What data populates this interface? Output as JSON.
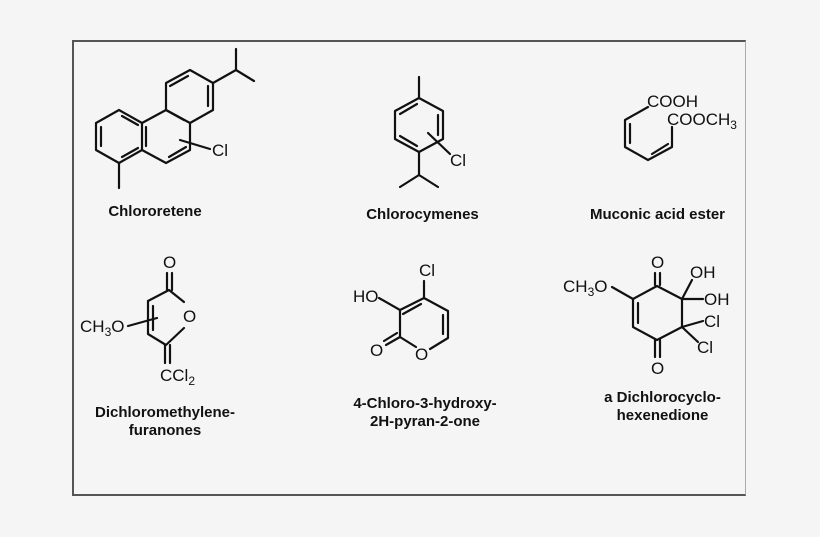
{
  "figure": {
    "compounds": [
      {
        "id": "chlororetene",
        "name": "Chlororetene",
        "substituent_labels": [
          "Cl"
        ]
      },
      {
        "id": "chlorocymenes",
        "name": "Chlorocymenes",
        "substituent_labels": [
          "Cl"
        ]
      },
      {
        "id": "muconic-acid-ester",
        "name": "Muconic acid ester",
        "substituent_labels": [
          "COOH",
          "COOCH3"
        ]
      },
      {
        "id": "dichloromethylene-furanones",
        "name_line1": "Dichloromethylene-",
        "name_line2": "furanones",
        "substituent_labels": [
          "O",
          "O",
          "CH3O",
          "CCl2"
        ]
      },
      {
        "id": "chloro-hydroxy-pyranone",
        "name_line1": "4-Chloro-3-hydroxy-",
        "name_line2": "2H-pyran-2-one",
        "substituent_labels": [
          "Cl",
          "HO",
          "O",
          "O"
        ]
      },
      {
        "id": "dichlorocyclohexenedione",
        "name_line1": "a Dichlorocyclo-",
        "name_line2": "hexenedione",
        "substituent_labels": [
          "O",
          "CH3O",
          "OH",
          "OH",
          "Cl",
          "Cl",
          "O"
        ]
      }
    ]
  }
}
